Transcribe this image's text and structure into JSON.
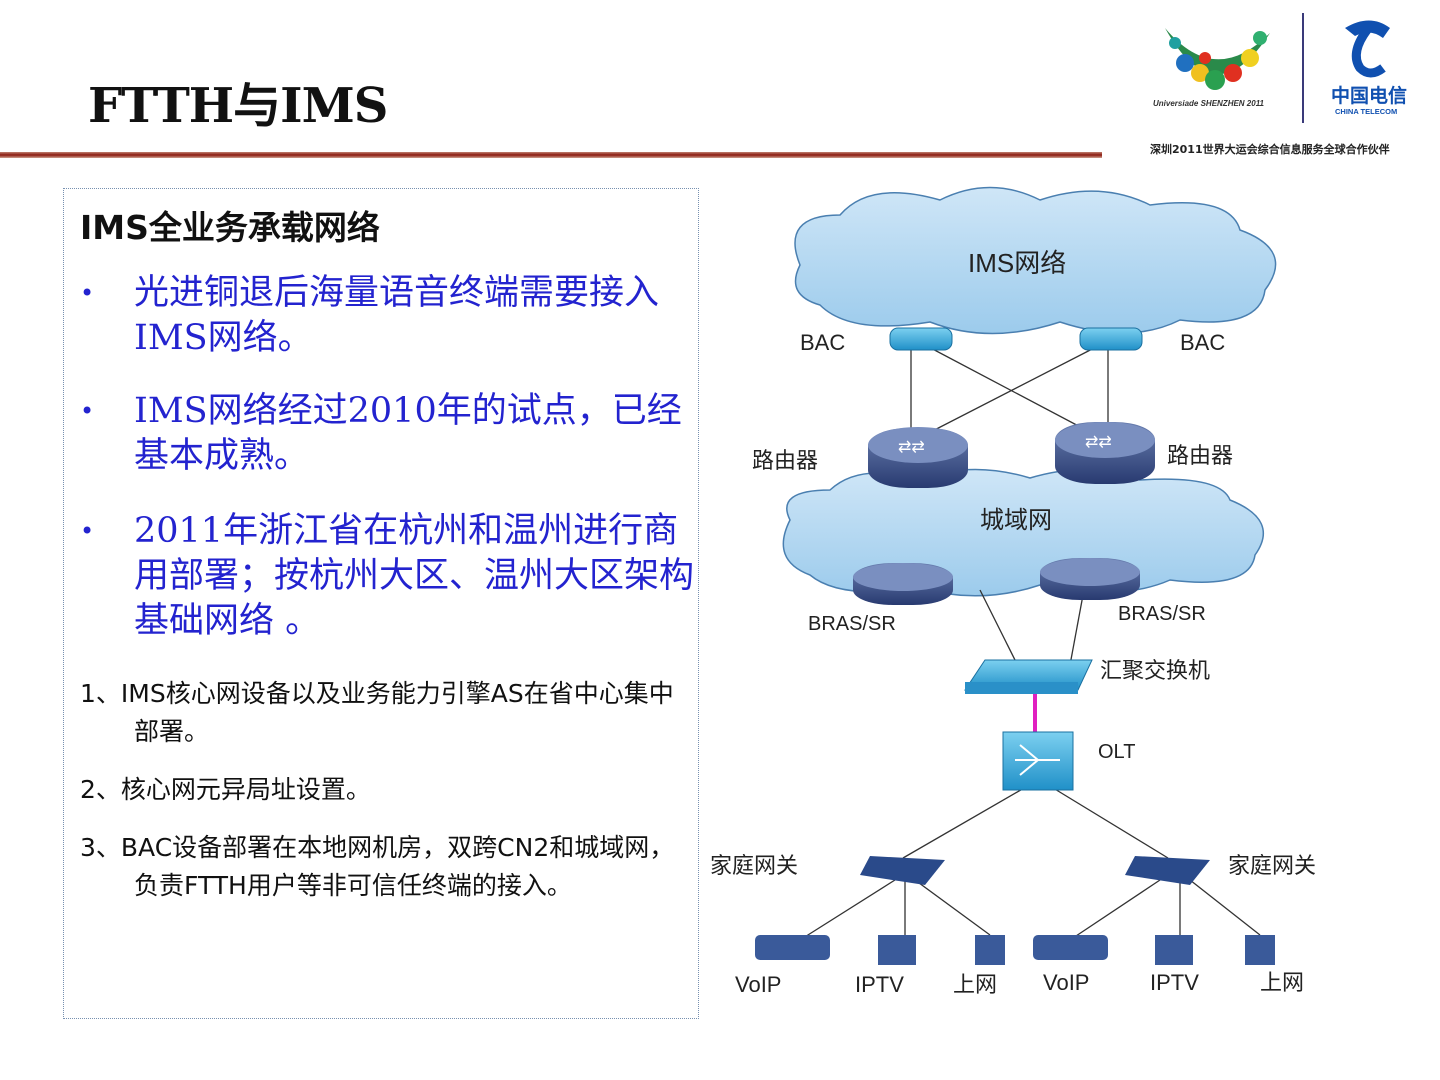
{
  "header": {
    "title": "FTTH与IMS",
    "logo_text": "Universiade SHENZHEN 2011",
    "brand": "中国电信 CHINA TELECOM",
    "partner": "深圳2011世界大运会综合信息服务全球合作伙伴"
  },
  "content": {
    "heading": "IMS全业务承载网络",
    "bullets": [
      "光进铜退后海量语音终端需要接入IMS网络。",
      "IMS网络经过2010年的试点，已经基本成熟。",
      "2011年浙江省在杭州和温州进行商用部署；按杭州大区、温州大区架构基础网络 。"
    ],
    "numbered": [
      "1、IMS核心网设备以及业务能力引擎AS在省中心集中部署。",
      "2、核心网元异局址设置。",
      "3、BAC设备部署在本地网机房，双跨CN2和城域网，负责FTTH用户等非可信任终端的接入。"
    ]
  },
  "diagram": {
    "ims_cloud": "IMS网络",
    "bac_left": "BAC",
    "bac_right": "BAC",
    "router_left": "路由器",
    "router_right": "路由器",
    "metro_cloud": "城域网",
    "bras_left": "BRAS/SR",
    "bras_right": "BRAS/SR",
    "switch": "汇聚交换机",
    "olt": "OLT",
    "gw_left": "家庭网关",
    "gw_right": "家庭网关",
    "terminals": [
      "VoIP",
      "IPTV",
      "上网",
      "VoIP",
      "IPTV",
      "上网"
    ]
  }
}
